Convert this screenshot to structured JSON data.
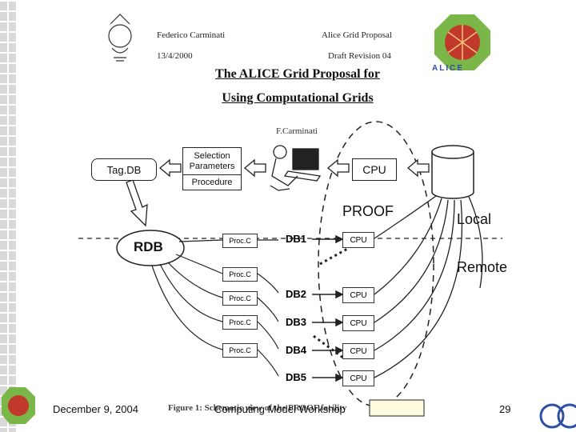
{
  "paper": {
    "author": "Federico Carminati",
    "doc_title": "Alice Grid Proposal",
    "date": "13/4/2000",
    "revision": "Draft Revision 04",
    "title_line1": "The ALICE Grid Proposal for",
    "title_line2": "Using Computational Grids",
    "byline": "F.Carminati"
  },
  "diagram": {
    "tagdb": "Tag.DB",
    "selection_params_line1": "Selection",
    "selection_params_line2": "Parameters",
    "procedure": "Procedure",
    "cpu_top": "CPU",
    "proof": "PROOF",
    "local": "Local",
    "remote": "Remote",
    "rdb": "RDB",
    "proc_labels": [
      "Proc.C",
      "Proc.C",
      "Proc.C",
      "Proc.C",
      "Proc.C"
    ],
    "db_labels": [
      "DB1",
      "DB2",
      "DB3",
      "DB4",
      "DB5"
    ],
    "cpu_labels": [
      "CPU",
      "CPU",
      "CPU",
      "CPU",
      "CPU"
    ],
    "figure_caption": "Figure 1: Schematic view of the PROOF facility"
  },
  "footer": {
    "date": "December 9, 2004",
    "title": "Computing Model Workshop",
    "page": "29"
  },
  "logo_text": "ALICE",
  "colors": {
    "logo_green": "#7ab648",
    "logo_red": "#c0392b",
    "logo_blue": "#2f4fa2"
  }
}
